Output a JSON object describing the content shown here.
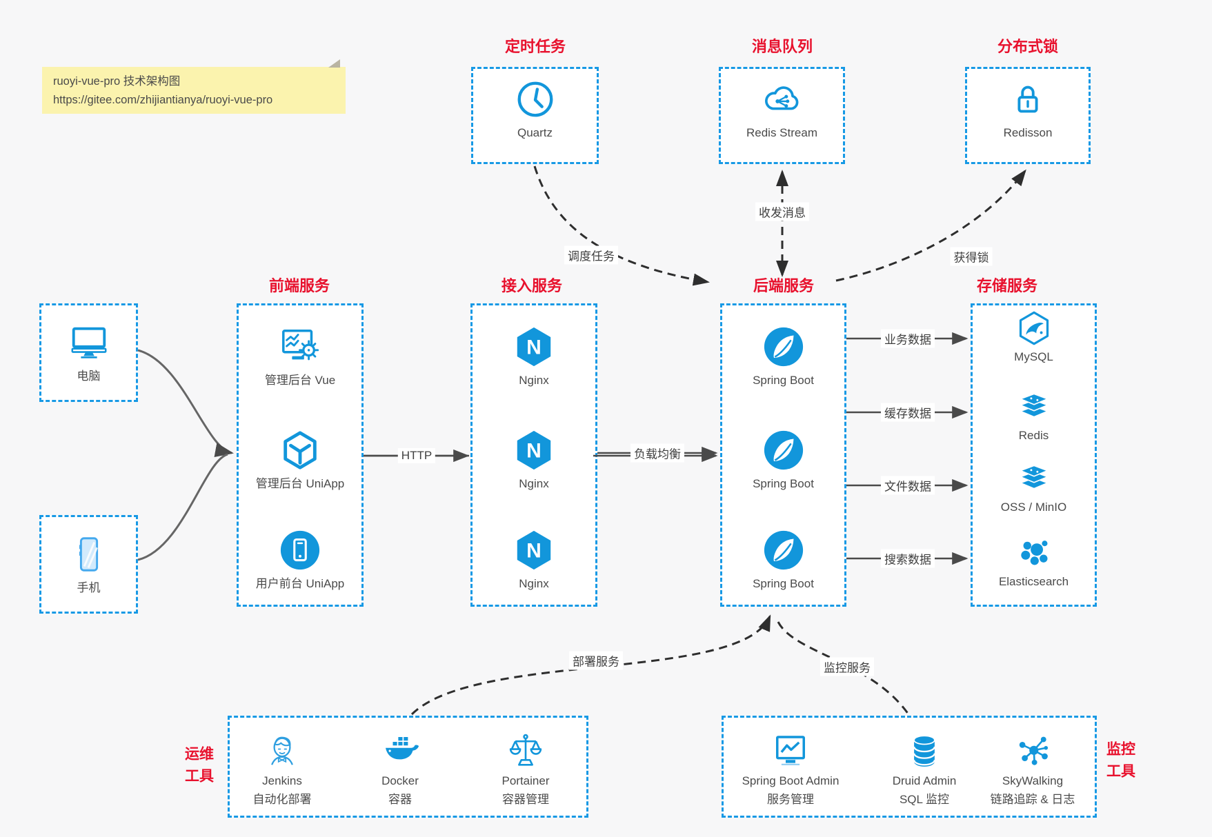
{
  "note": {
    "line1": "ruoyi-vue-pro 技术架构图",
    "line2": "https://gitee.com/zhijiantianya/ruoyi-vue-pro"
  },
  "top_groups": [
    {
      "title": "定时任务",
      "item": {
        "label": "Quartz",
        "icon": "clock-icon"
      }
    },
    {
      "title": "消息队列",
      "item": {
        "label": "Redis Stream",
        "icon": "cloud-network-icon"
      }
    },
    {
      "title": "分布式锁",
      "item": {
        "label": "Redisson",
        "icon": "lock-icon"
      }
    }
  ],
  "clients": [
    {
      "label": "电脑",
      "icon": "desktop-icon"
    },
    {
      "label": "手机",
      "icon": "smartphone-icon"
    }
  ],
  "columns": [
    {
      "title": "前端服务",
      "items": [
        {
          "label": "管理后台 Vue",
          "icon": "admin-vue-monitor-gear-icon"
        },
        {
          "label": "管理后台 UniApp",
          "icon": "uniapp-cube-icon"
        },
        {
          "label": "用户前台 UniApp",
          "icon": "user-app-phone-icon"
        }
      ]
    },
    {
      "title": "接入服务",
      "items": [
        {
          "label": "Nginx",
          "icon": "nginx-icon"
        },
        {
          "label": "Nginx",
          "icon": "nginx-icon"
        },
        {
          "label": "Nginx",
          "icon": "nginx-icon"
        }
      ]
    },
    {
      "title": "后端服务",
      "items": [
        {
          "label": "Spring Boot",
          "icon": "spring-boot-icon"
        },
        {
          "label": "Spring Boot",
          "icon": "spring-boot-icon"
        },
        {
          "label": "Spring Boot",
          "icon": "spring-boot-icon"
        }
      ]
    },
    {
      "title": "存储服务",
      "items": [
        {
          "label": "MySQL",
          "icon": "mysql-icon"
        },
        {
          "label": "Redis",
          "icon": "redis-icon"
        },
        {
          "label": "OSS / MinIO",
          "icon": "oss-minio-icon"
        },
        {
          "label": "Elasticsearch",
          "icon": "elasticsearch-icon"
        }
      ]
    }
  ],
  "bottom_groups": [
    {
      "title_lines": [
        "运维",
        "工具"
      ],
      "items": [
        {
          "name": "Jenkins",
          "desc": "自动化部署",
          "icon": "jenkins-icon"
        },
        {
          "name": "Docker",
          "desc": "容器",
          "icon": "docker-icon"
        },
        {
          "name": "Portainer",
          "desc": "容器管理",
          "icon": "portainer-icon"
        }
      ]
    },
    {
      "title_lines": [
        "监控",
        "工具"
      ],
      "items": [
        {
          "name": "Spring Boot Admin",
          "desc": "服务管理",
          "icon": "spring-boot-admin-icon"
        },
        {
          "name": "Druid Admin",
          "desc": "SQL 监控",
          "icon": "druid-icon"
        },
        {
          "name": "SkyWalking",
          "desc": "链路追踪 & 日志",
          "icon": "skywalking-icon"
        }
      ]
    }
  ],
  "edges": {
    "http": "HTTP",
    "load_balance": "负载均衡",
    "biz_data": "业务数据",
    "cache_data": "缓存数据",
    "file_data": "文件数据",
    "search_data": "搜索数据",
    "schedule": "调度任务",
    "messages": "收发消息",
    "lock": "获得锁",
    "deploy": "部署服务",
    "monitor": "监控服务"
  },
  "colors": {
    "accent_blue": "#1799e5",
    "icon_blue": "#1296db",
    "title_red": "#e8112d",
    "note_yellow": "#fbf3ae",
    "background": "#f7f7f8",
    "line_gray": "#4a4a4a",
    "dashed_black": "#2e2e2e"
  }
}
